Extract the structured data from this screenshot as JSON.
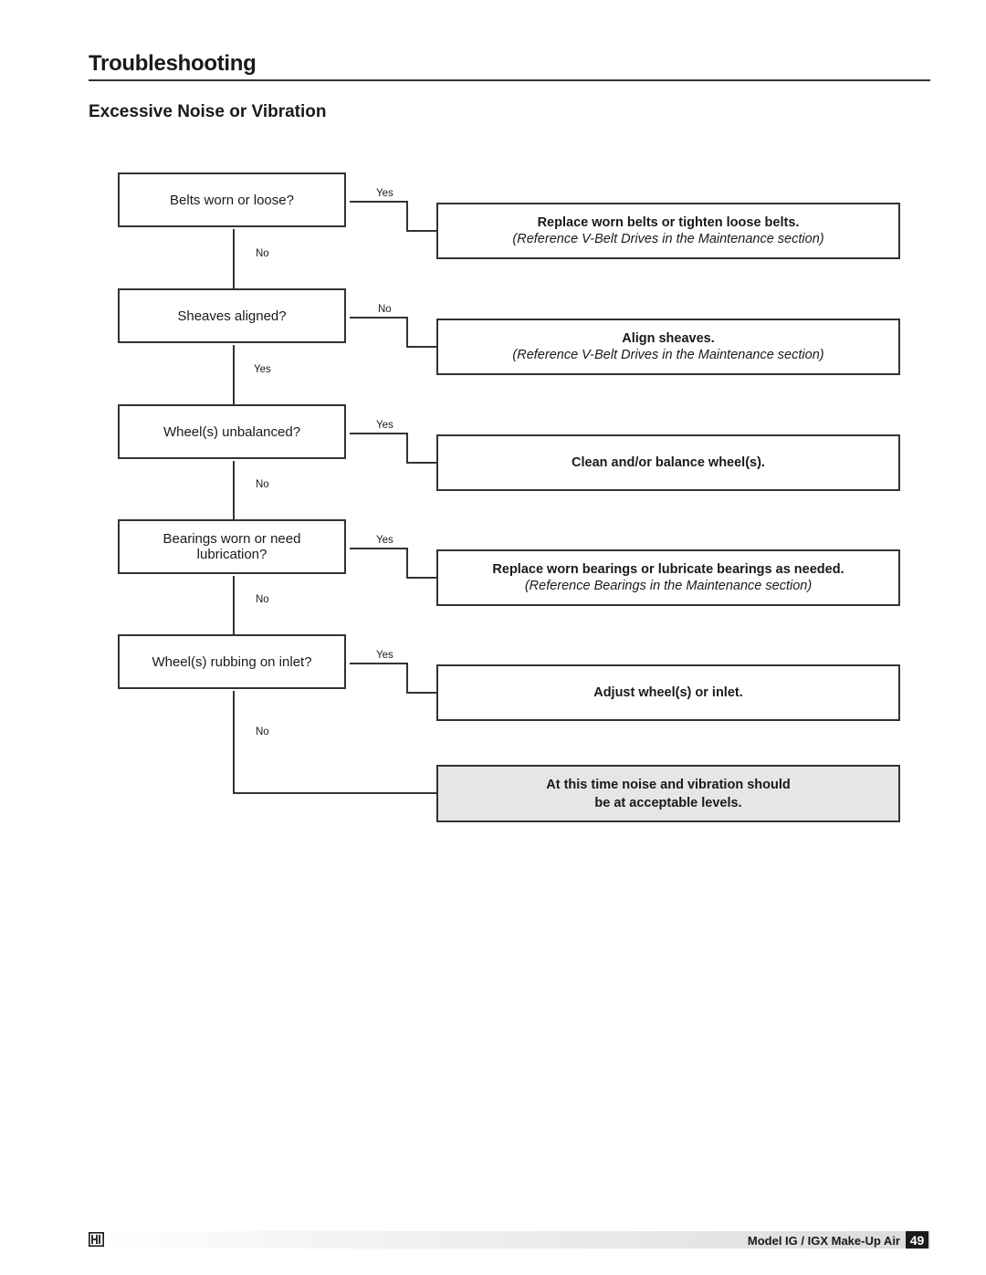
{
  "header": {
    "title": "Troubleshooting",
    "section": "Excessive Noise or Vibration"
  },
  "flow": {
    "q1": {
      "text": "Belts worn or loose?",
      "branch_label": "Yes",
      "down_label": "No"
    },
    "a1": {
      "main": "Replace worn belts or tighten loose belts.",
      "ref": "(Reference V-Belt Drives in the Maintenance section)"
    },
    "q2": {
      "text": "Sheaves aligned?",
      "branch_label": "No",
      "down_label": "Yes"
    },
    "a2": {
      "main": "Align sheaves.",
      "ref": "(Reference V-Belt Drives in the Maintenance section)"
    },
    "q3": {
      "text": "Wheel(s) unbalanced?",
      "branch_label": "Yes",
      "down_label": "No"
    },
    "a3": {
      "main": "Clean and/or balance wheel(s)."
    },
    "q4": {
      "text": "Bearings worn or need lubrication?",
      "branch_label": "Yes",
      "down_label": "No"
    },
    "a4": {
      "main": "Replace worn bearings or lubricate bearings as needed.",
      "ref": "(Reference Bearings in the Maintenance section)"
    },
    "q5": {
      "text": "Wheel(s) rubbing on inlet?",
      "branch_label": "Yes",
      "down_label": "No"
    },
    "a5": {
      "main": "Adjust wheel(s) or inlet."
    },
    "final": {
      "line1": "At this time noise and vibration should",
      "line2": "be at acceptable levels."
    }
  },
  "footer": {
    "model": "Model IG / IGX Make-Up Air",
    "page_number": "49",
    "logo_icon": "greenheck-logo-icon"
  },
  "colors": {
    "line": "#333333",
    "final_box_fill": "#e6e6e6"
  }
}
